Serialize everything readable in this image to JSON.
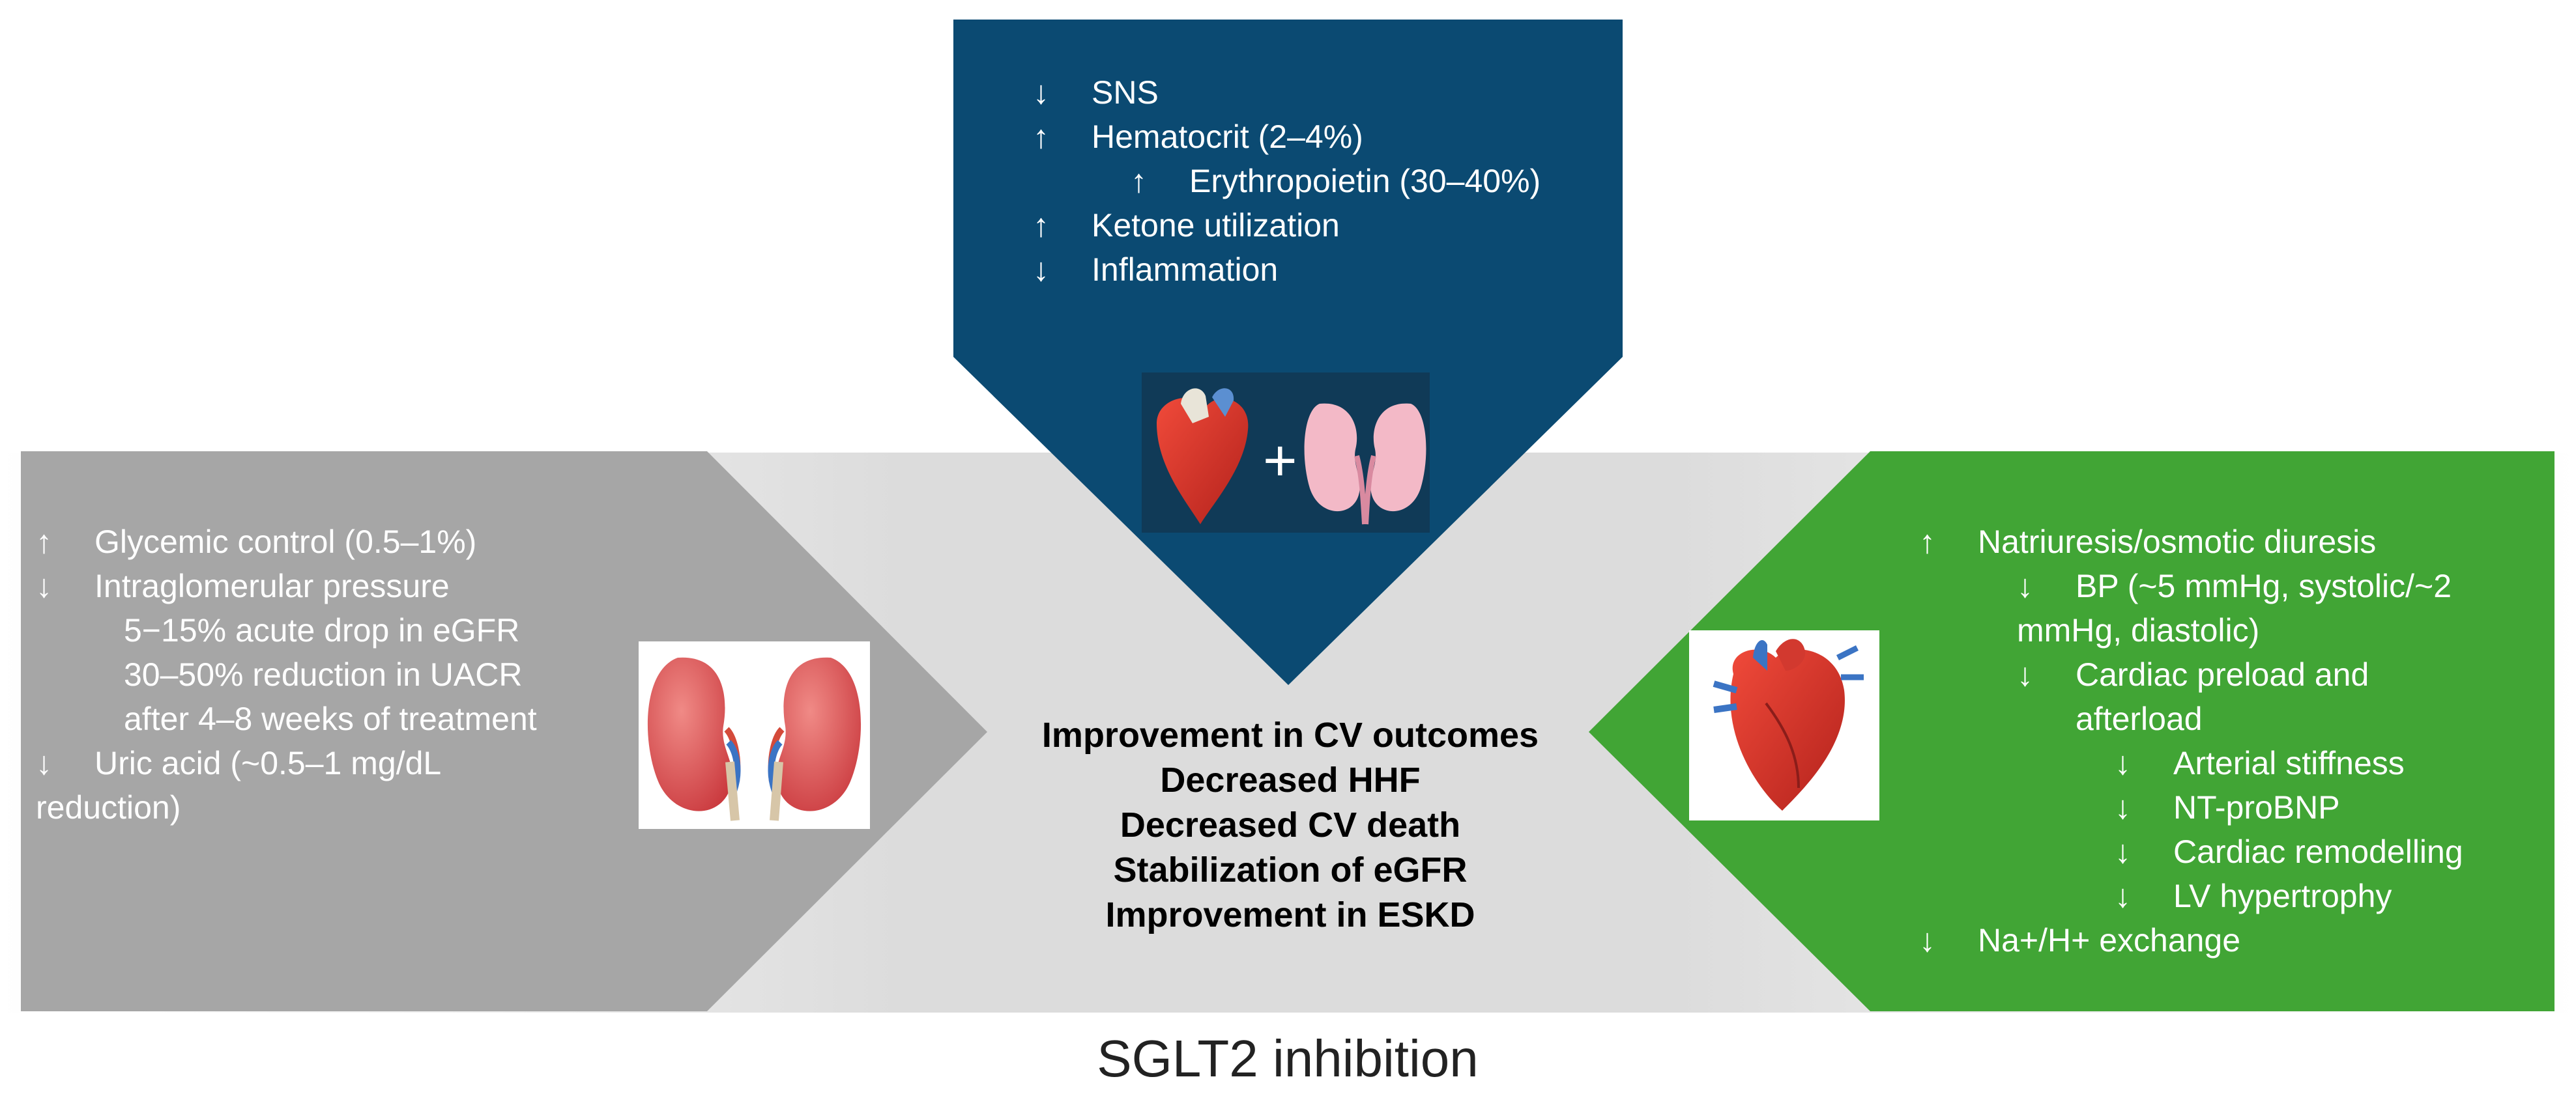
{
  "colors": {
    "top_panel": "#0b4a72",
    "left_panel": "#a6a6a6",
    "right_panel": "#41a535",
    "center_gradient_edge": "#ffffff",
    "center_gradient_mid": "#dcdcdc",
    "text_light": "#ffffff",
    "text_dark": "#000000"
  },
  "top_panel": {
    "items": [
      {
        "arrow": "↓",
        "text": "SNS"
      },
      {
        "arrow": "↑",
        "text": "Hematocrit (2–4%)"
      },
      {
        "arrow": "↑",
        "text": "Erythropoietin (30–40%)"
      },
      {
        "arrow": "↑",
        "text": "Ketone utilization"
      },
      {
        "arrow": "↓",
        "text": "Inflammation"
      }
    ],
    "image": {
      "icon": "heart-plus-kidneys-icon",
      "plus": "+"
    }
  },
  "left_panel": {
    "items": [
      {
        "arrow": "↑",
        "text": "Glycemic control (0.5–1%)"
      },
      {
        "arrow": "↓",
        "text": "Intraglomerular pressure"
      },
      {
        "text": "5−15% acute drop in eGFR"
      },
      {
        "text": "30–50% reduction in UACR"
      },
      {
        "text": "after 4–8 weeks of treatment"
      },
      {
        "arrow": "↓",
        "text": "Uric acid (~0.5–1 mg/dL reduction)"
      }
    ],
    "image": {
      "icon": "kidneys-icon"
    }
  },
  "right_panel": {
    "items": [
      {
        "arrow": "↑",
        "text": "Natriuresis/osmotic diuresis"
      },
      {
        "arrow": "↓",
        "text": "BP (~5 mmHg, systolic/~2 mmHg, diastolic)"
      },
      {
        "arrow": "↓",
        "text": "Cardiac preload and afterload"
      },
      {
        "arrow": "↓",
        "text": "Arterial stiffness"
      },
      {
        "arrow": "↓",
        "text": "NT-proBNP"
      },
      {
        "arrow": "↓",
        "text": "Cardiac remodelling"
      },
      {
        "arrow": "↓",
        "text": "LV hypertrophy"
      },
      {
        "arrow": "↓",
        "text": "Na+/H+ exchange"
      }
    ],
    "image": {
      "icon": "heart-icon"
    }
  },
  "center": {
    "outcomes": [
      "Improvement in CV outcomes",
      "Decreased HHF",
      "Decreased CV death",
      "Stabilization of eGFR",
      "Improvement in ESKD"
    ]
  },
  "footer": {
    "caption": "SGLT2 inhibition"
  }
}
